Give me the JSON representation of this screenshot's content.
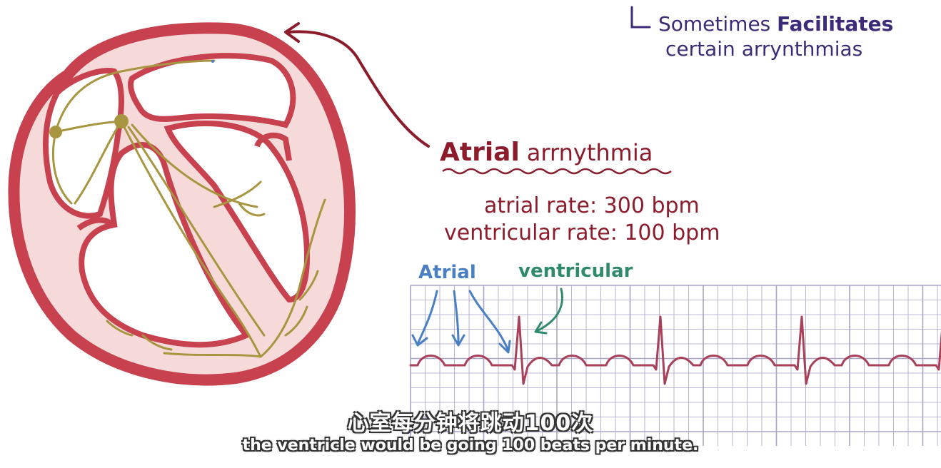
{
  "notes": {
    "line1_prefix": "Sometimes ",
    "line1_emph": "Facilitates",
    "line2": "certain arrynthmias"
  },
  "diagram": {
    "title_bold": "Atrial",
    "title_rest": "arrnythmia",
    "atrial_rate": "atrial rate: 300 bpm",
    "ventricular_rate": "ventricular rate: 100 bpm",
    "label_atrial": "Atrial",
    "label_ventricular": "ventricular"
  },
  "subtitles": {
    "zh": "心室每分钟将跳动100次",
    "en": "the ventricle would be going 100 beats per minute."
  },
  "colors": {
    "heart_wall": "#c8414f",
    "heart_fill": "#f6dada",
    "conduction": "#a89540",
    "title_red": "#8c1c2c",
    "notes_purple": "#3d2a78",
    "atrial_blue": "#4a7fc4",
    "ventricular_green": "#2f8a6d",
    "ecg_line": "#a8405a",
    "grid": "#a9a3c6"
  }
}
